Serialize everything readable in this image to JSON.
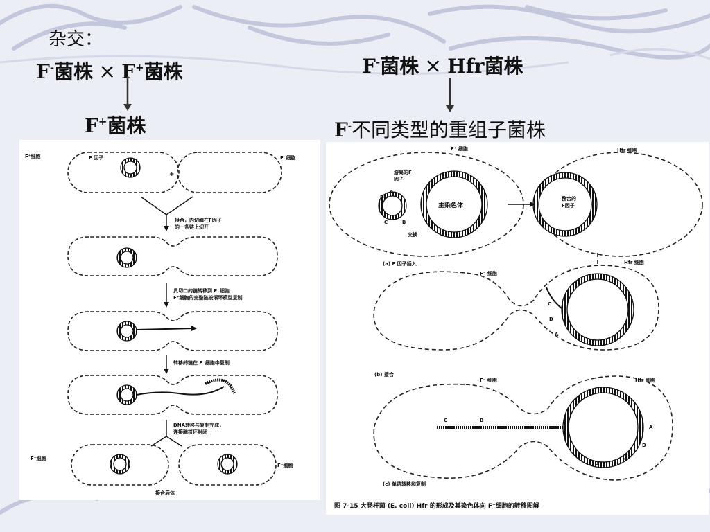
{
  "slide": {
    "title": "杂交：",
    "cross1": {
      "left": "F",
      "left_sup": "-",
      "left_tail": "菌株",
      "x": "×",
      "right": "F",
      "right_sup": "+",
      "right_tail": "菌株"
    },
    "result1": {
      "main": "F",
      "sup": "+",
      "tail": "菌株"
    },
    "cross2": {
      "left": "F",
      "left_sup": "-",
      "left_tail": "菌株",
      "x": "×",
      "right": "Hfr菌株"
    },
    "result2": {
      "main": "F",
      "sup": "-",
      "tail": "不同类型的重组子菌株"
    }
  },
  "left_figure": {
    "f_plus_cell": "F⁺细胞",
    "f_factor": "F 因子",
    "f_minus_cell": "F⁻细胞",
    "step1": [
      "接合，内切酶在F因子",
      "的一条链上切开"
    ],
    "step2": [
      "具切口的链转移到 F⁻细胞",
      "F⁺细胞的完整链按滚环模型复制"
    ],
    "step3": "转移的链在 F⁻细胞中复制",
    "step4": [
      "DNA转移与复制完成，",
      "连接酶将环封闭"
    ],
    "f_plus_a": "F⁺细胞",
    "f_plus_b": "F⁺细胞",
    "end": "接合后体"
  },
  "right_figure": {
    "a_f_plus": "F⁺ 细胞",
    "a_hfr": "Hfr 细胞",
    "free_f": [
      "游离的F",
      "因子"
    ],
    "chromosome": "主染色体",
    "integrated": [
      "整合的",
      "F因子"
    ],
    "exchange": "交换",
    "caption_a": "(a)  F  因子插入",
    "b_f_minus": "F⁻ 细胞",
    "b_hfr": "Hfr 细胞",
    "caption_b": "(b) 接合",
    "c_f_minus": "F⁻ 细胞",
    "c_hfr": "Hfr 细胞",
    "caption_c": "(c) 单链转移和复制",
    "figure_caption": "图 7-15   大肠杆菌 (E.  coli) Hfr 的形成及其染色体向 F⁻细胞的转移图解",
    "letters": {
      "a": "A",
      "b": "B",
      "c": "C",
      "d": "D"
    }
  }
}
